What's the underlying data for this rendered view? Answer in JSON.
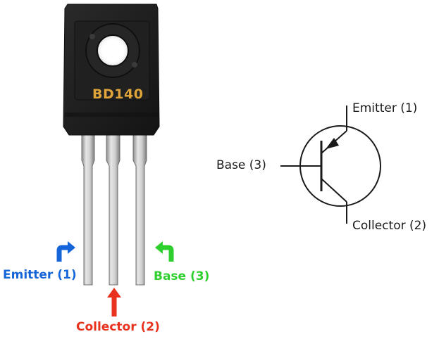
{
  "photo": {
    "part_marking": "BD140",
    "labels": {
      "emitter": "Emitter (1)",
      "collector": "Collector (2)",
      "base": "Base (3)"
    }
  },
  "symbol": {
    "labels": {
      "emitter": "Emitter (1)",
      "base": "Base (3)",
      "collector": "Collector (2)"
    }
  },
  "colors": {
    "emitter": "#1565d8",
    "collector": "#e8321e",
    "base": "#2fcf2f",
    "marking": "#e0a53a",
    "body": "#1b1b1b",
    "line": "#1a1a1a"
  }
}
